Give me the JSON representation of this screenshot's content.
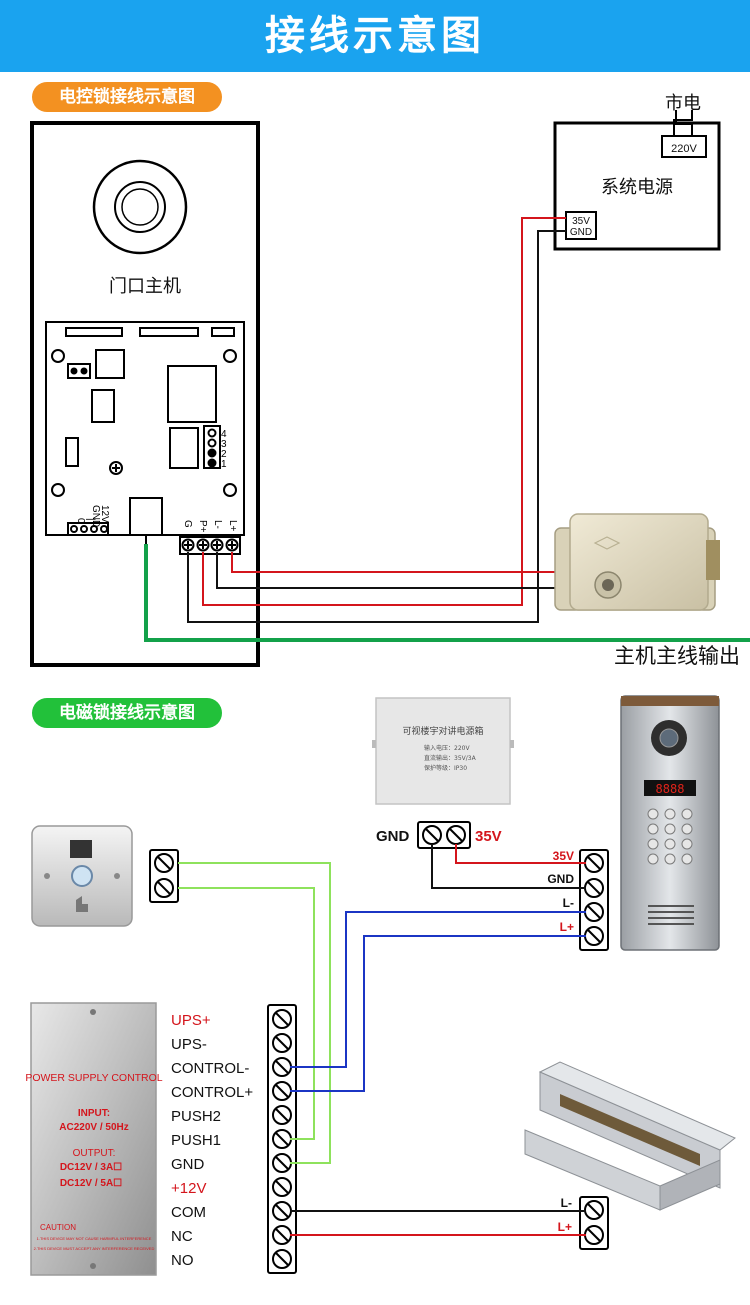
{
  "header": {
    "title": "接线示意图",
    "bg_color": "#1aa3ef"
  },
  "section1": {
    "badge": "电控锁接线示意图",
    "badge_color": "#f39121",
    "host_label": "门口主机",
    "mains_label": "市电",
    "mains_voltage": "220V",
    "psu_label": "系统电源",
    "psu_term_35v": "35V",
    "psu_term_gnd": "GND",
    "board_pins_left": [
      "0",
      "|",
      "GND",
      "12V"
    ],
    "board_pins_right": [
      "G",
      "P+",
      "L-",
      "L+"
    ],
    "jumper_numbers": [
      "4",
      "3",
      "2",
      "1"
    ],
    "output_label": "主机主线输出",
    "wire_colors": {
      "red": "#d4151c",
      "black": "#111111",
      "green": "#13a14a"
    }
  },
  "section2": {
    "badge": "电磁锁接线示意图",
    "badge_color": "#22c13a",
    "intercom_box_title": "可视楼宇对讲电源箱",
    "intercom_box_lines": [
      "输入电压：220V",
      "直流输出：35V/3A",
      "保护等级：IP30"
    ],
    "intercom_gnd": "GND",
    "intercom_35v": "35V",
    "panel_terms": [
      "35V",
      "GND",
      "L-",
      "L+"
    ],
    "panel_display": "8888",
    "psu_box": {
      "title": "POWER SUPPLY CONTROL",
      "input_label": "INPUT:",
      "input_value": "AC220V / 50Hz",
      "output_label": "OUTPUT:",
      "output_1": "DC12V / 3A☐",
      "output_2": "DC12V / 5A☐",
      "caution_title": "CAUTION",
      "caution_1": "1.THIS DEVICE MAY NOT CAUSE HARMFUL INTERFERENCE",
      "caution_2": "2.THIS DEVICE MUST ACCEPT ANY INTERFERENCE RECEIVED"
    },
    "psu_terms": [
      "UPS+",
      "UPS-",
      "CONTROL-",
      "CONTROL+",
      "PUSH2",
      "PUSH1",
      "GND",
      "+12V",
      "COM",
      "NC",
      "NO"
    ],
    "maglock_terms": [
      "L-",
      "L+"
    ],
    "wire_colors": {
      "red": "#d4151c",
      "black": "#111111",
      "blue": "#1b35c4",
      "light_green": "#8ee25c"
    }
  }
}
